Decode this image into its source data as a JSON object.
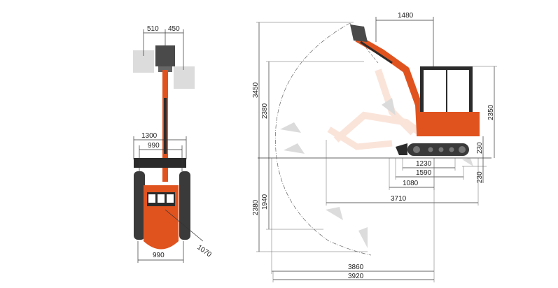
{
  "top_view": {
    "bucket_offset_left": "510",
    "bucket_offset_right": "450",
    "blade_width": "1300",
    "track_gauge": "990",
    "rear_width": "990",
    "swing_radius": "1070"
  },
  "side_view": {
    "top_cab_offset": "1480",
    "max_dig_height": "3450",
    "max_dump_height": "2380",
    "overall_height": "2350",
    "blade_lift": "230",
    "blade_depth": "230",
    "dim_1230": "1230",
    "dim_1590": "1590",
    "dim_1080": "1080",
    "dim_3710": "3710",
    "vertical_wall_depth": "1940",
    "max_dig_depth": "2380",
    "reach_ground": "3860",
    "max_reach": "3920"
  },
  "colors": {
    "machine_orange": "#e0531f",
    "machine_ghost": "#f2b396",
    "dark": "#2b2b2b",
    "bucket_grey": "#9a9a9a"
  }
}
